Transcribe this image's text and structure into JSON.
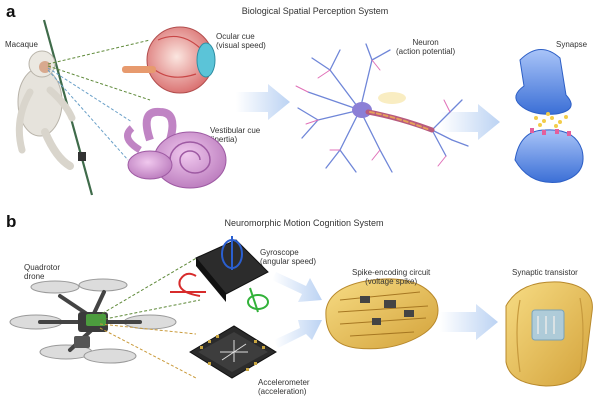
{
  "panel_a": {
    "letter": "a",
    "title": "Biological Spatial Perception System",
    "macaque": "Macaque",
    "ocular": [
      "Ocular cue",
      "(visual speed)"
    ],
    "vestibular": [
      "Vestibular cue",
      "(inertia)"
    ],
    "neuron": [
      "Neuron",
      "(action potential)"
    ],
    "synapse": "Synapse"
  },
  "panel_b": {
    "letter": "b",
    "title": "Neuromorphic Motion Cognition System",
    "drone": [
      "Quadrotor",
      "drone"
    ],
    "gyroscope": [
      "Gyroscope",
      "(angular speed)"
    ],
    "accelerometer": [
      "Accelerometer",
      "(acceleration)"
    ],
    "spike_circuit": [
      "Spike-encoding circuit",
      "(voltage spike)"
    ],
    "transistor": "Synaptic transistor"
  },
  "colors": {
    "arrow": "#cfe0f6",
    "dash_green": "#5f8a3a",
    "dash_blue": "#6aa0c8",
    "dash_orange": "#c99a3a",
    "neuron_blue": "#6f86d8",
    "neuron_pink": "#e070b8",
    "synapse_blue": "#5a8ee0",
    "gold": "#e8c15a"
  }
}
